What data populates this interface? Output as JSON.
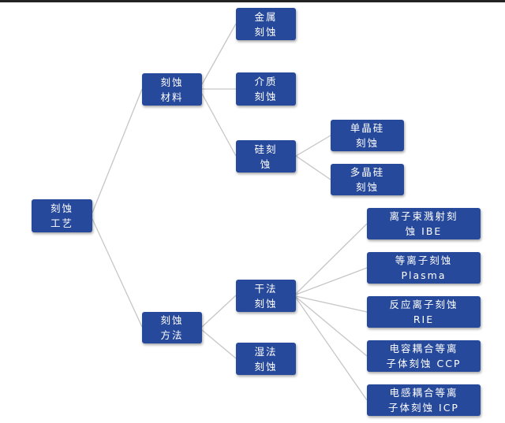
{
  "colors": {
    "node_fill": "#27499b",
    "node_text": "#ffffff",
    "connector": "#c6c6c6",
    "top_rule": "#222222"
  },
  "nodes": {
    "root": {
      "line1": "刻蚀",
      "line2": "工艺"
    },
    "materials": {
      "line1": "刻蚀",
      "line2": "材料"
    },
    "methods": {
      "line1": "刻蚀",
      "line2": "方法"
    },
    "metal": {
      "line1": "金属",
      "line2": "刻蚀"
    },
    "dielectric": {
      "line1": "介质",
      "line2": "刻蚀"
    },
    "silicon": {
      "line1": "硅刻",
      "line2": "蚀"
    },
    "mono_si": {
      "line1": "单晶硅",
      "line2": "刻蚀"
    },
    "poly_si": {
      "line1": "多晶硅",
      "line2": "刻蚀"
    },
    "dry": {
      "line1": "干法",
      "line2": "刻蚀"
    },
    "wet": {
      "line1": "湿法",
      "line2": "刻蚀"
    },
    "ibe": {
      "line1": "离子束溅射刻",
      "line2": "蚀 IBE"
    },
    "plasma": {
      "line1": "等离子刻蚀",
      "line2": "Plasma"
    },
    "rie": {
      "line1": "反应离子刻蚀",
      "line2": "RIE"
    },
    "ccp": {
      "line1": "电容耦合等离",
      "line2": "子体刻蚀 CCP"
    },
    "icp": {
      "line1": "电感耦合等离",
      "line2": "子体刻蚀 ICP"
    }
  }
}
